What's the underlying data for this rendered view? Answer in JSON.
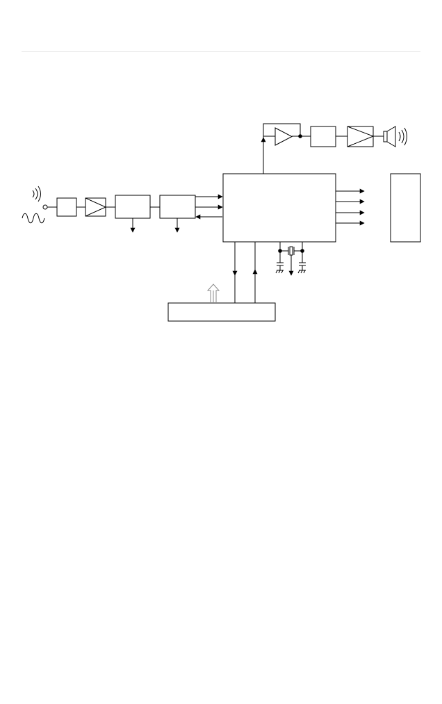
{
  "page": {
    "background": "#ffffff",
    "rule_color": "#e4e4e4"
  },
  "diagram": {
    "line_color": "#000000",
    "blocks": [
      {
        "id": "rf-input-block",
        "label": ""
      },
      {
        "id": "rf-amplifier",
        "label": ""
      },
      {
        "id": "mixer-block",
        "label": ""
      },
      {
        "id": "demod-block",
        "label": ""
      },
      {
        "id": "main-controller",
        "label": ""
      },
      {
        "id": "output-port-block",
        "label": ""
      },
      {
        "id": "control-interface-block",
        "label": ""
      },
      {
        "id": "audio-buffer-amplifier",
        "label": ""
      },
      {
        "id": "audio-filter-block",
        "label": ""
      },
      {
        "id": "audio-power-amplifier",
        "label": ""
      }
    ],
    "icons": [
      "wireless-signal-icon",
      "sine-wave-icon",
      "speaker-icon",
      "sound-waves-icon",
      "crystal-oscillator-icon",
      "capacitor-icon",
      "ground-icon",
      "hollow-arrow-icon"
    ]
  }
}
